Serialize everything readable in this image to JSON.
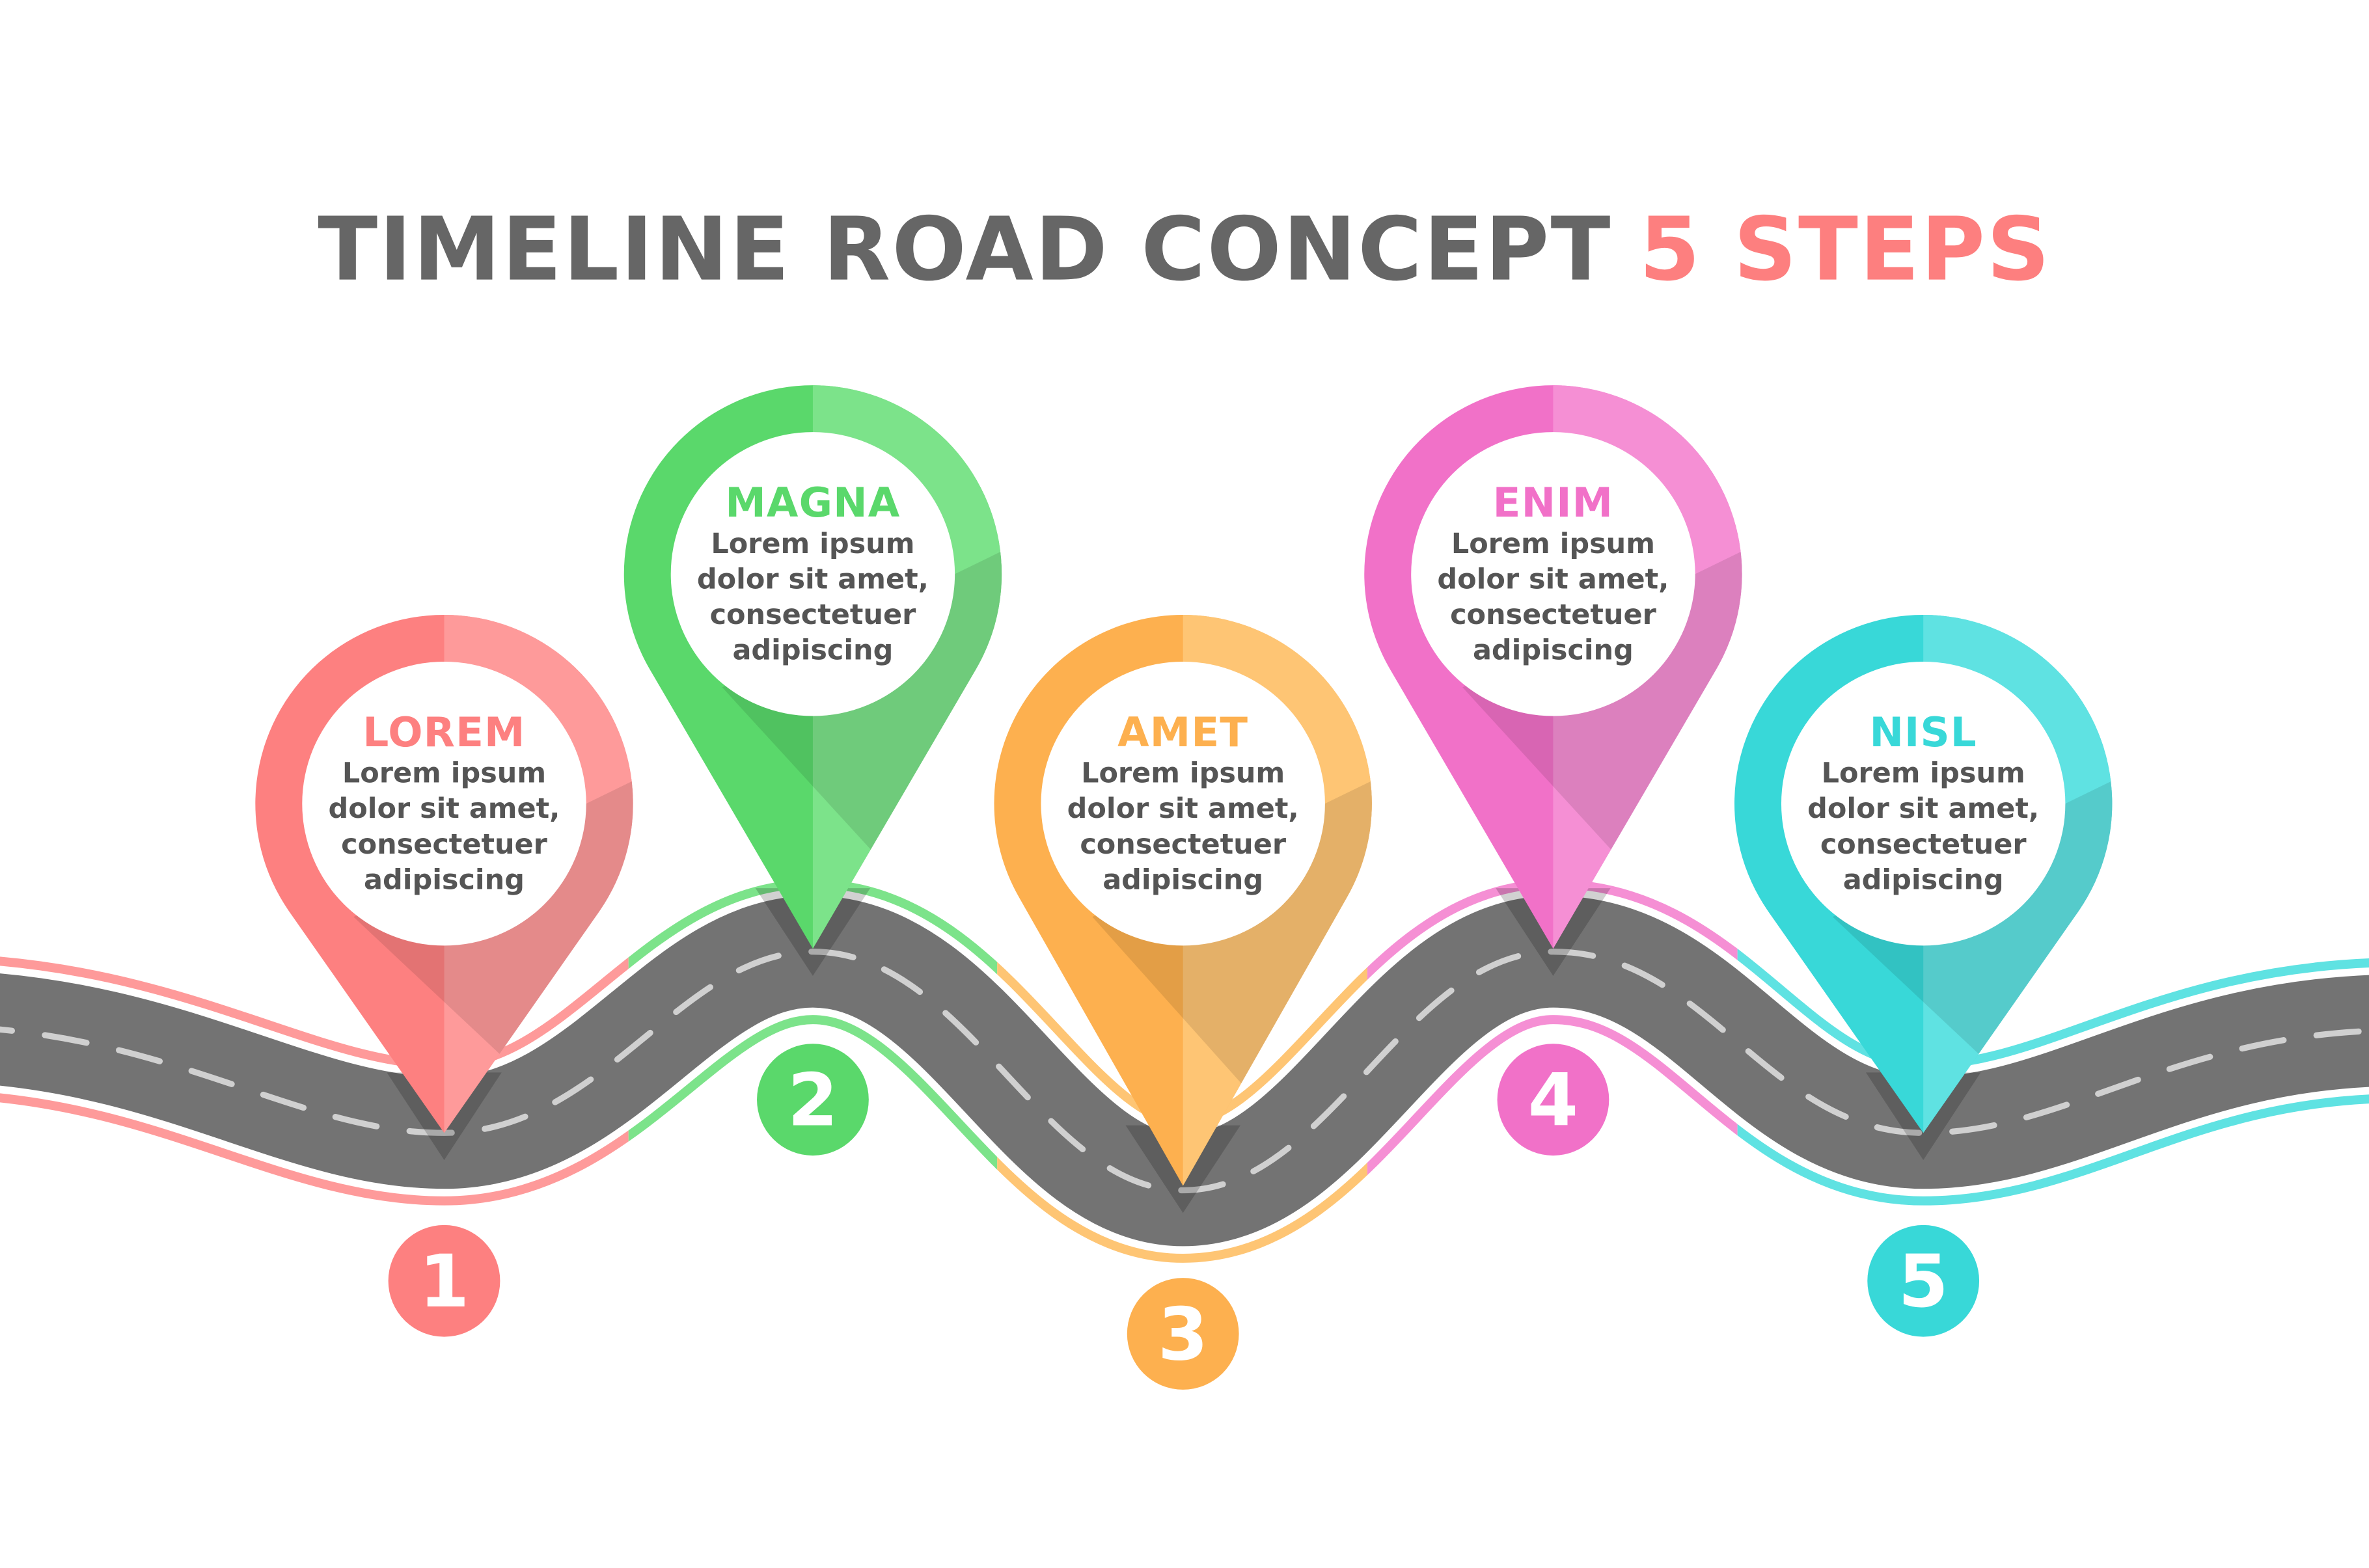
{
  "title": {
    "main": "TIMELINE ROAD CONCEPT",
    "highlight": "5 STEPS"
  },
  "colors": {
    "title": "#666666",
    "highlight": "#fd7f7f",
    "road": "#737373",
    "dash": "#d0d0d0"
  },
  "steps": [
    {
      "number": "1",
      "title": "LOREM",
      "lines": [
        "Lorem ipsum",
        "dolor sit amet,",
        "consectetuer",
        "adipiscing"
      ],
      "color": "#fd8080",
      "light": "#fe9a9a"
    },
    {
      "number": "2",
      "title": "MAGNA",
      "lines": [
        "Lorem ipsum",
        "dolor sit amet,",
        "consectetuer",
        "adipiscing"
      ],
      "color": "#5ad86b",
      "light": "#7ce38a"
    },
    {
      "number": "3",
      "title": "AMET",
      "lines": [
        "Lorem ipsum",
        "dolor sit amet,",
        "consectetuer",
        "adipiscing"
      ],
      "color": "#fdb04f",
      "light": "#fec574"
    },
    {
      "number": "4",
      "title": "ENIM",
      "lines": [
        "Lorem ipsum",
        "dolor sit amet,",
        "consectetuer",
        "adipiscing"
      ],
      "color": "#f171c8",
      "light": "#f58fd4"
    },
    {
      "number": "5",
      "title": "NISL",
      "lines": [
        "Lorem ipsum",
        "dolor sit amet,",
        "consectetuer",
        "adipiscing"
      ],
      "color": "#38d8d8",
      "light": "#5fe2e2"
    }
  ]
}
